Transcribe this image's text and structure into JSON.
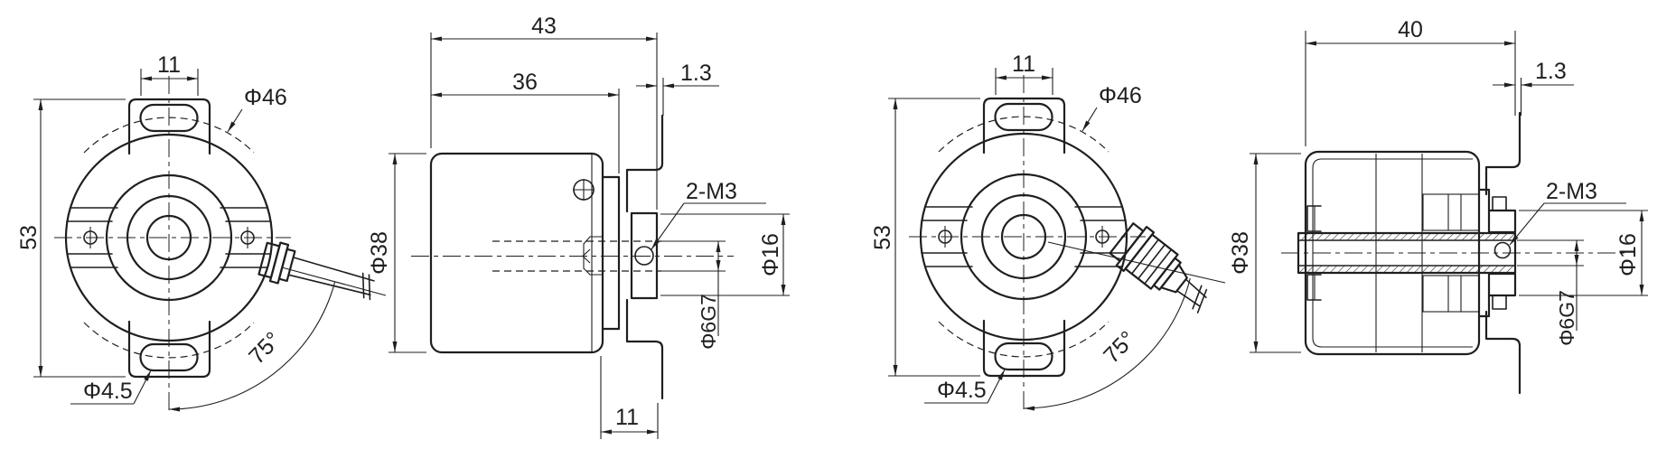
{
  "colors": {
    "line": "#1f1f1f",
    "background": "#ffffff"
  },
  "views": {
    "front_left": {
      "dims": {
        "slot_width": "11",
        "overall_height": "53",
        "bolt_circle_dia": "Φ46",
        "mount_hole_dia": "Φ4.5",
        "cable_angle": "75°"
      }
    },
    "side_left": {
      "dims": {
        "overall_length": "43",
        "body_length": "36",
        "plate_thickness": "1.3",
        "body_dia": "Φ38",
        "set_screws": "2-M3",
        "hub_dia": "Φ16",
        "bore_dia": "Φ6G7",
        "hub_length": "11"
      }
    },
    "front_right": {
      "dims": {
        "slot_width": "11",
        "overall_height": "53",
        "bolt_circle_dia": "Φ46",
        "mount_hole_dia": "Φ4.5",
        "cable_angle": "75°"
      }
    },
    "side_right": {
      "dims": {
        "overall_length": "40",
        "plate_thickness": "1.3",
        "body_dia": "Φ38",
        "set_screws": "2-M3",
        "hub_dia": "Φ16",
        "bore_dia": "Φ6G7"
      }
    }
  }
}
